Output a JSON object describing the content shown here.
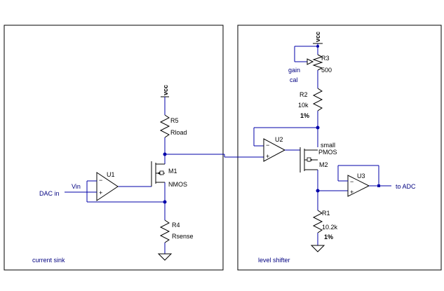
{
  "blocks": {
    "left_title": "current sink",
    "right_title": "level shifter"
  },
  "left": {
    "vcc": "vcc",
    "r5_ref": "R5",
    "r5_val": "Rload",
    "m1_ref": "M1",
    "m1_val": "NMOS",
    "u1_ref": "U1",
    "vin_net": "Vin",
    "dac_in": "DAC in",
    "r4_ref": "R4",
    "r4_val": "Rsense"
  },
  "right": {
    "vcc": "vcc",
    "r3_ref": "R3",
    "r3_val": "500",
    "gain_label": "gain",
    "cal_label": "cal",
    "r2_ref": "R2",
    "r2_val": "10k",
    "r2_tol": "1%",
    "u2_ref": "U2",
    "m2_desc1": "small",
    "m2_desc2": "PMOS",
    "m2_ref": "M2",
    "u3_ref": "U3",
    "to_adc": "to ADC",
    "r1_ref": "R1",
    "r1_val": "10.2k",
    "r1_tol": "1%"
  },
  "colors": {
    "wire": "#0000aa",
    "net_label": "#000080",
    "component": "#000000",
    "background": "#ffffff"
  }
}
